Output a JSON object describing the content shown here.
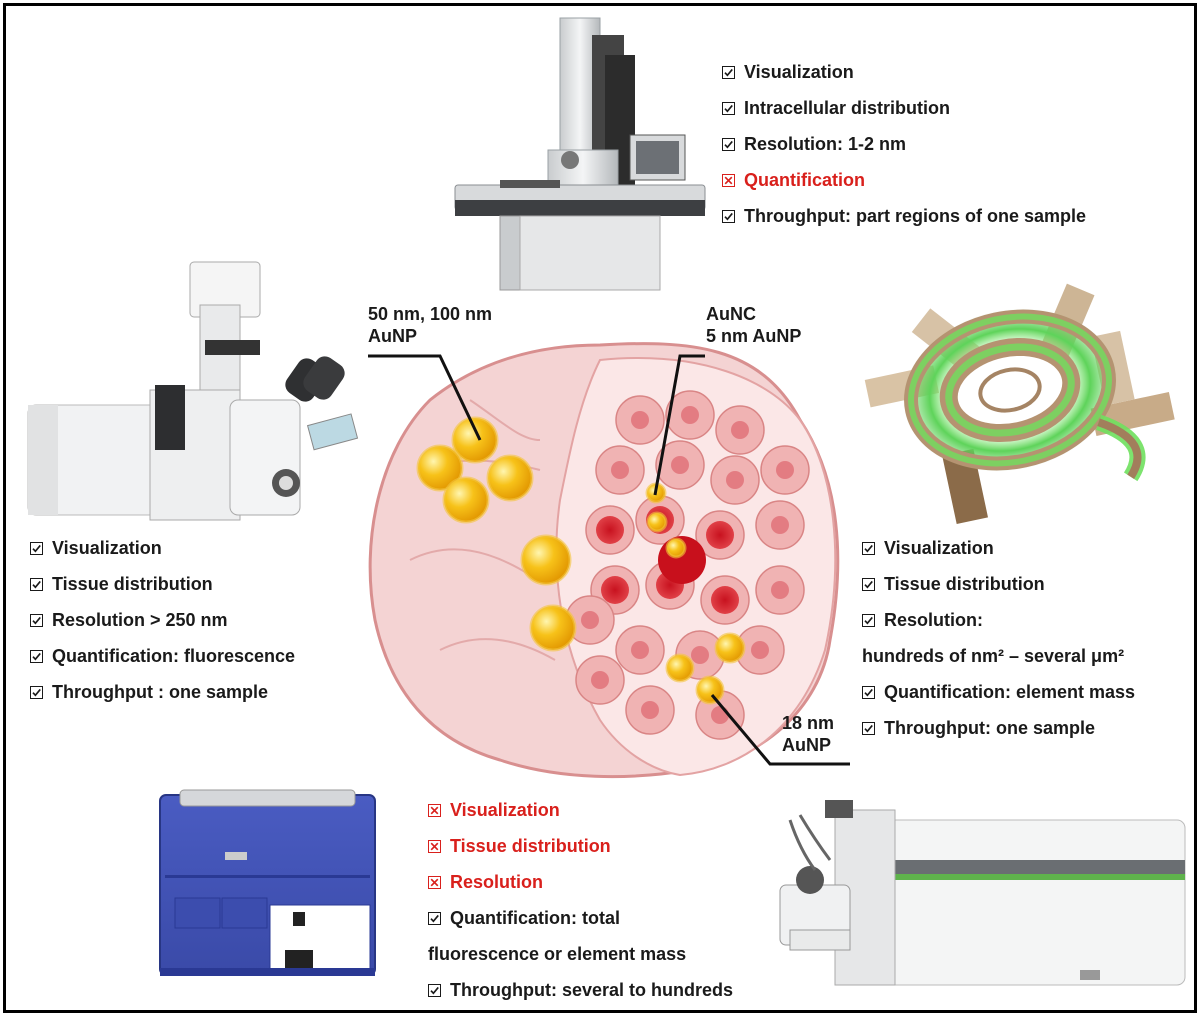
{
  "panels": {
    "tem": [
      {
        "status": "check",
        "text": "Visualization"
      },
      {
        "status": "check",
        "text": "Intracellular distribution"
      },
      {
        "status": "check",
        "text": "Resolution: 1-2 nm"
      },
      {
        "status": "cross",
        "text": "Quantification"
      },
      {
        "status": "check",
        "text": "Throughput: part regions of one sample"
      }
    ],
    "microscope": [
      {
        "status": "check",
        "text": "Visualization"
      },
      {
        "status": "check",
        "text": "Tissue distribution"
      },
      {
        "status": "check",
        "text": "Resolution > 250 nm"
      },
      {
        "status": "check",
        "text": "Quantification: fluorescence"
      },
      {
        "status": "check",
        "text": "Throughput : one sample"
      }
    ],
    "laser_ablation": [
      {
        "status": "check",
        "text": "Visualization"
      },
      {
        "status": "check",
        "text": "Tissue distribution"
      },
      {
        "status": "check",
        "text": "Resolution:"
      },
      {
        "status": "none",
        "text": "hundreds of nm² – several μm²"
      },
      {
        "status": "check",
        "text": "Quantification: element mass"
      },
      {
        "status": "check",
        "text": "Throughput: one sample"
      }
    ],
    "plate_reader": [
      {
        "status": "cross",
        "text": "Visualization"
      },
      {
        "status": "cross",
        "text": "Tissue distribution"
      },
      {
        "status": "cross",
        "text": "Resolution"
      },
      {
        "status": "check",
        "text": "Quantification: total"
      },
      {
        "status": "none",
        "text": "fluorescence or element mass"
      },
      {
        "status": "check",
        "text": "Throughput: several to hundreds"
      }
    ]
  },
  "callouts": {
    "large_np": {
      "line1": "50 nm, 100 nm",
      "line2": "AuNP"
    },
    "small_np": {
      "line1": "AuNC",
      "line2": "5 nm AuNP"
    },
    "mid_np": {
      "line1": "18 nm",
      "line2": "AuNP"
    }
  },
  "colors": {
    "check_text": "#1a1a1a",
    "cross_text": "#d9201c",
    "tumor": "#f2cfcf",
    "tumor_outline": "#d98a8a",
    "cell": "#e8a0a0",
    "nucleus": "#d8323a",
    "gold": "#f5b400",
    "green_glow": "#5ed35a"
  },
  "icons": [
    "tem-microscope-icon",
    "fluorescence-microscope-icon",
    "laser-ablation-cell-icon",
    "plate-reader-icon",
    "icp-ms-icon",
    "tumor-icon"
  ]
}
